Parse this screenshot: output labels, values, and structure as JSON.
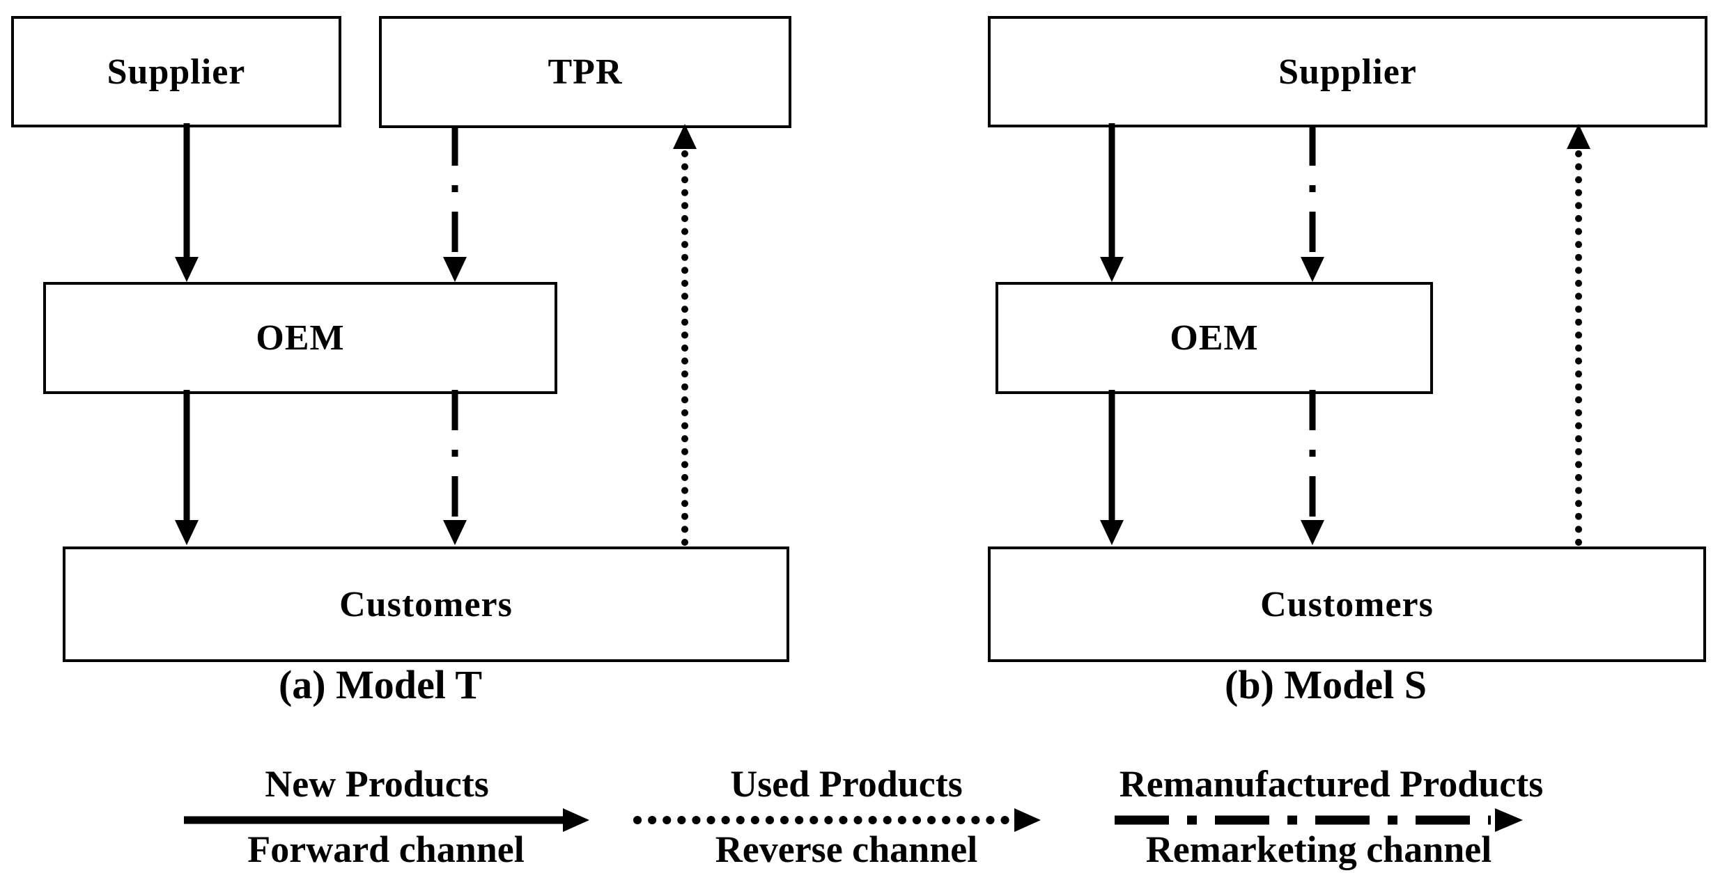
{
  "figure": {
    "background": "#ffffff",
    "ink": "#000000"
  },
  "diagrams": [
    {
      "caption": "(a) Model T",
      "nodes": {
        "supplier": "Supplier",
        "tpr": "TPR",
        "oem": "OEM",
        "customers": "Customers"
      },
      "edges": [
        {
          "from": "supplier",
          "to": "oem",
          "style": "solid"
        },
        {
          "from": "tpr",
          "to": "oem",
          "style": "dash-dot"
        },
        {
          "from": "oem",
          "to": "customers",
          "style": "solid"
        },
        {
          "from": "oem",
          "to": "customers",
          "style": "dash-dot"
        },
        {
          "from": "customers",
          "to": "tpr",
          "style": "dotted"
        }
      ]
    },
    {
      "caption": "(b) Model S",
      "nodes": {
        "supplier": "Supplier",
        "oem": "OEM",
        "customers": "Customers"
      },
      "edges": [
        {
          "from": "supplier",
          "to": "oem",
          "style": "solid"
        },
        {
          "from": "supplier",
          "to": "oem",
          "style": "dash-dot"
        },
        {
          "from": "oem",
          "to": "customers",
          "style": "solid"
        },
        {
          "from": "oem",
          "to": "customers",
          "style": "dash-dot"
        },
        {
          "from": "customers",
          "to": "supplier",
          "style": "dotted"
        }
      ]
    }
  ],
  "legend": {
    "items": [
      {
        "product_label": "New Products",
        "channel_label": "Forward channel",
        "line_style": "solid"
      },
      {
        "product_label": "Used Products",
        "channel_label": "Reverse channel",
        "line_style": "dotted"
      },
      {
        "product_label": "Remanufactured Products",
        "channel_label": "Remarketing channel",
        "line_style": "dash-dot"
      }
    ]
  }
}
